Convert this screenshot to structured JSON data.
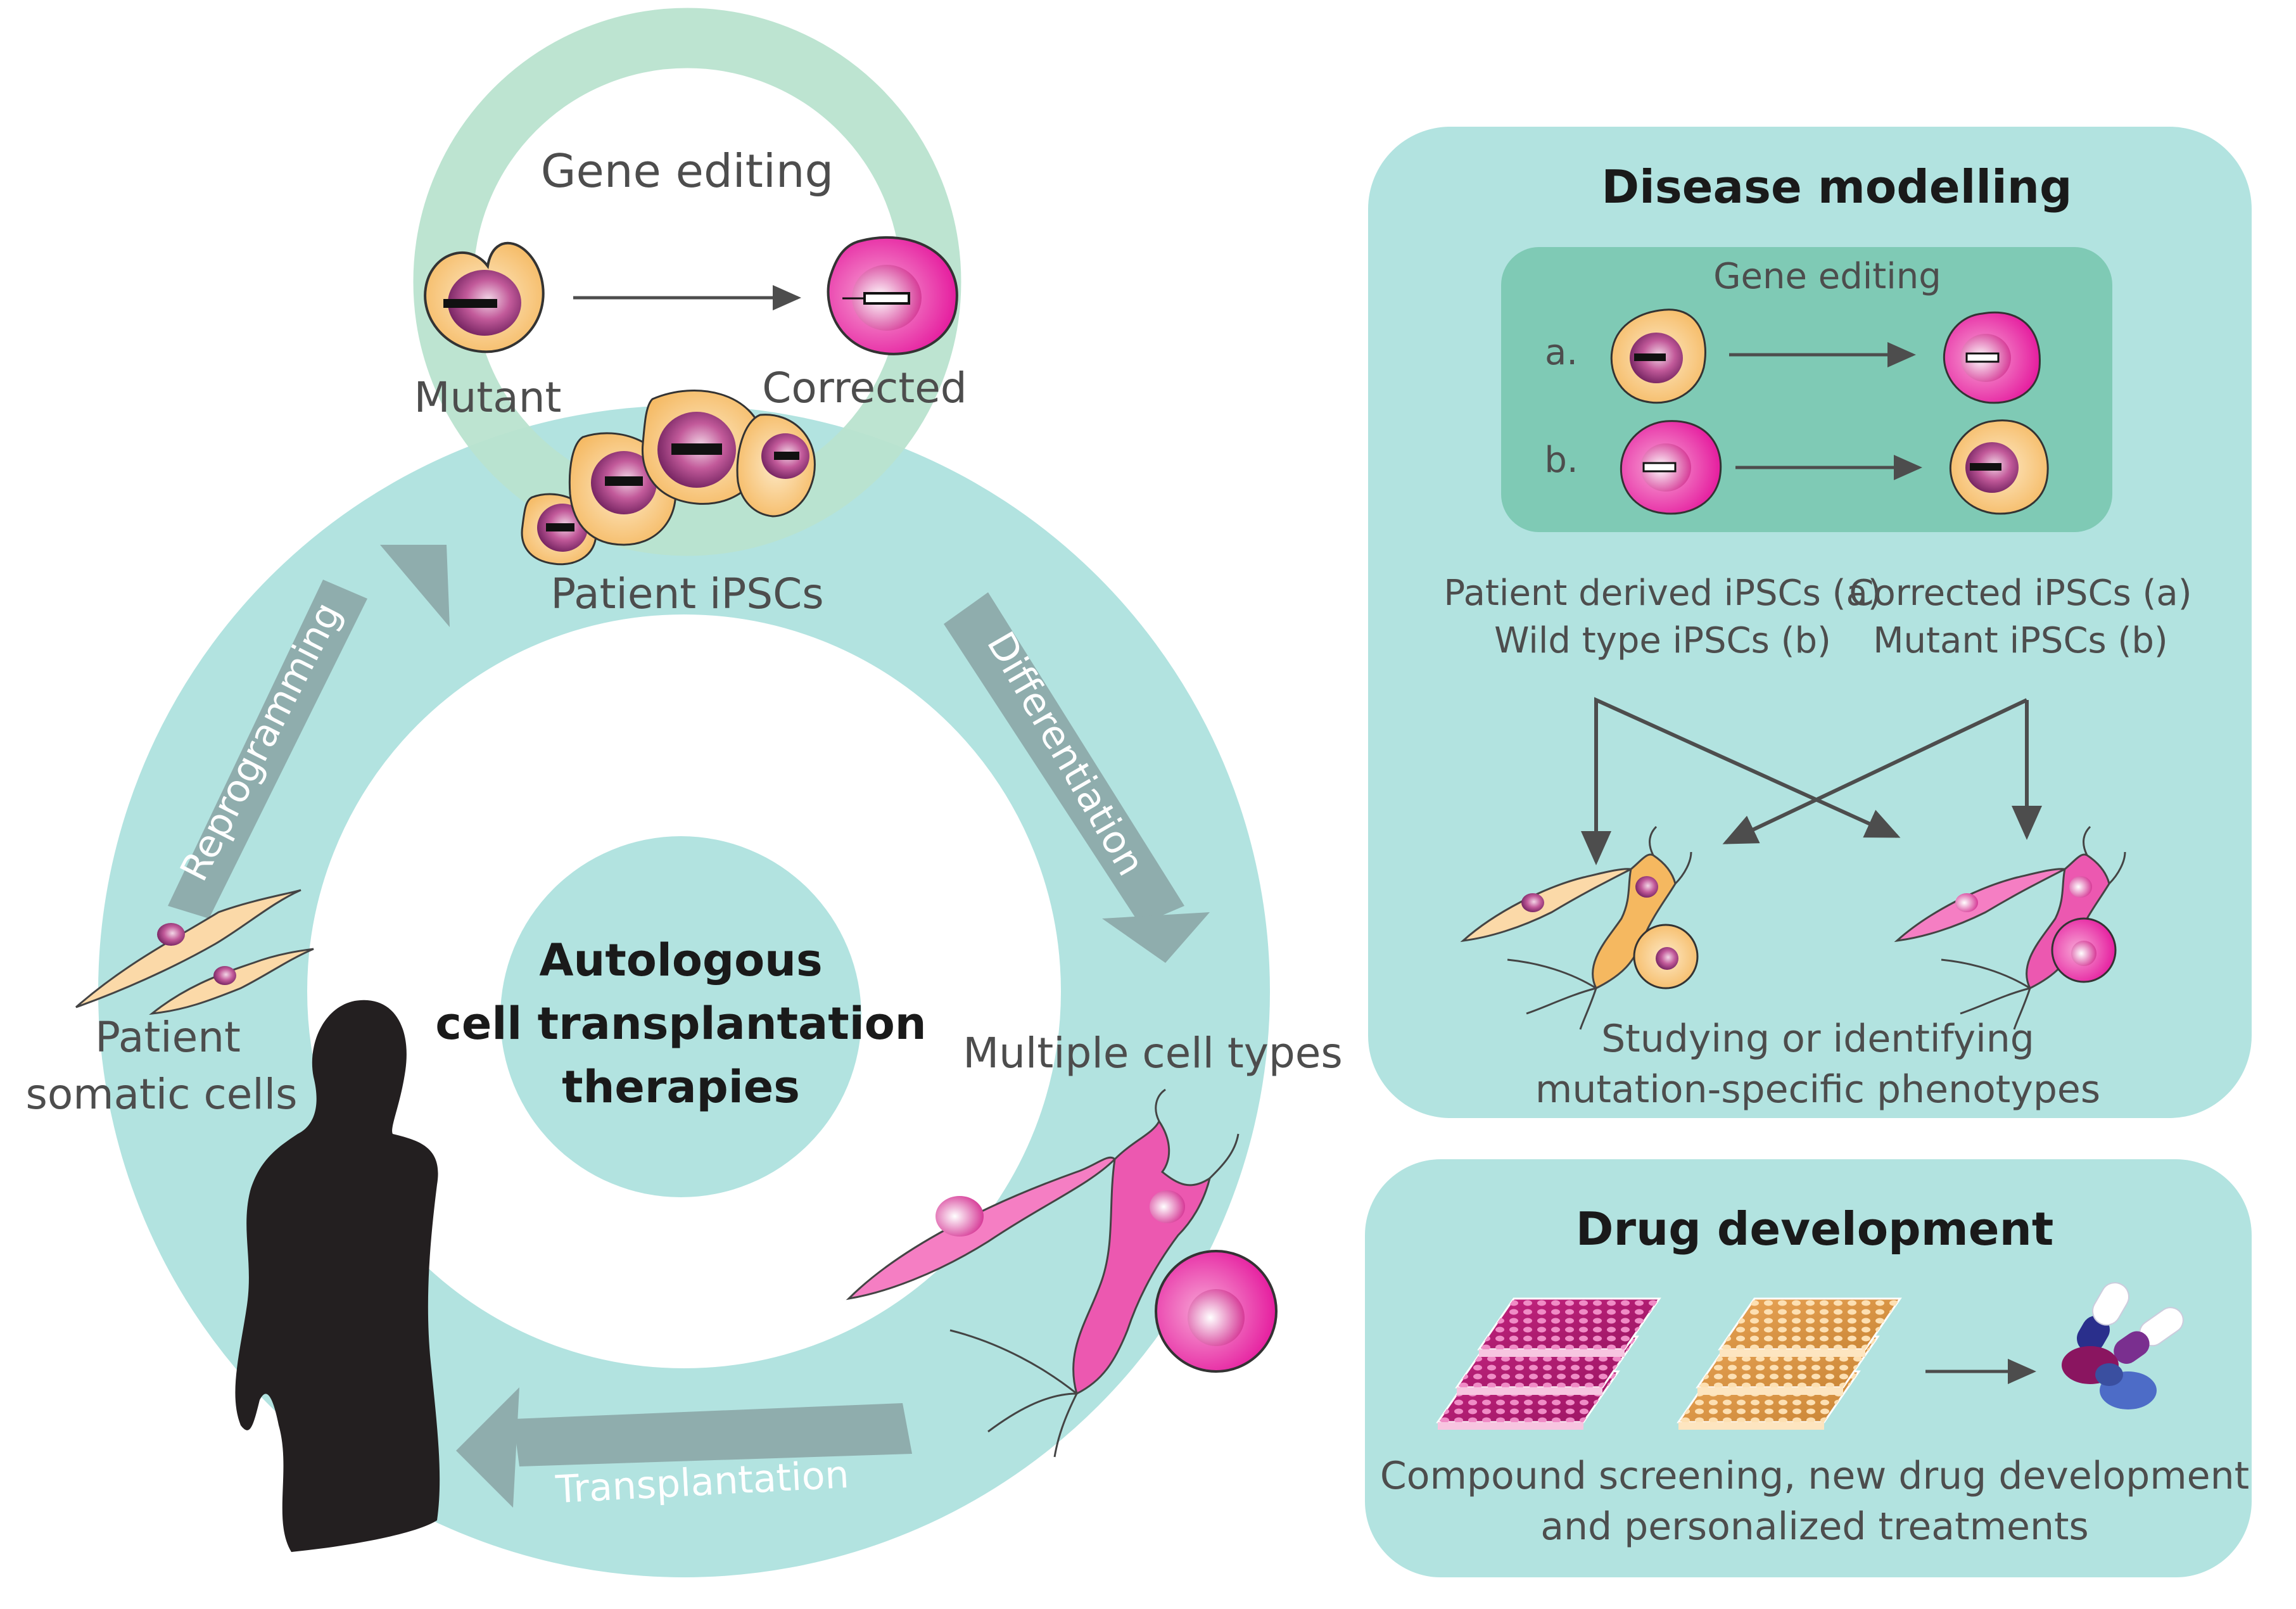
{
  "colors": {
    "teal_light": "#b2e3e0",
    "teal_mid": "#7fcab5",
    "green_ring": "#b9e3cf",
    "arrow_gray": "#8fadad",
    "cell_orange": "#f7c77e",
    "cell_pink": "#e83fa6",
    "silhouette": "#231f20"
  },
  "cycle": {
    "gene_editing": "Gene editing",
    "mutant": "Mutant",
    "corrected": "Corrected",
    "patient_ipscs": "Patient iPSCs",
    "reprogramming": "Reprogramming",
    "differentiation": "Differentiation",
    "transplantation": "Transplantation",
    "patient_somatic_line1": "Patient",
    "patient_somatic_line2": "somatic cells",
    "multiple_cell_types": "Multiple cell types",
    "center_line1": "Autologous",
    "center_line2": "cell transplantation",
    "center_line3": "therapies"
  },
  "disease_modelling": {
    "title": "Disease modelling",
    "gene_editing": "Gene editing",
    "row_a": "a.",
    "row_b": "b.",
    "left_line1": "Patient derived iPSCs (a)",
    "left_line2": "Wild type iPSCs (b)",
    "right_line1": "Corrected iPSCs (a)",
    "right_line2": "Mutant iPSCs (b)",
    "caption_line1": "Studying or identifying",
    "caption_line2": "mutation-specific phenotypes"
  },
  "drug_development": {
    "title": "Drug development",
    "caption_line1": "Compound screening, new drug development",
    "caption_line2": "and personalized treatments"
  }
}
